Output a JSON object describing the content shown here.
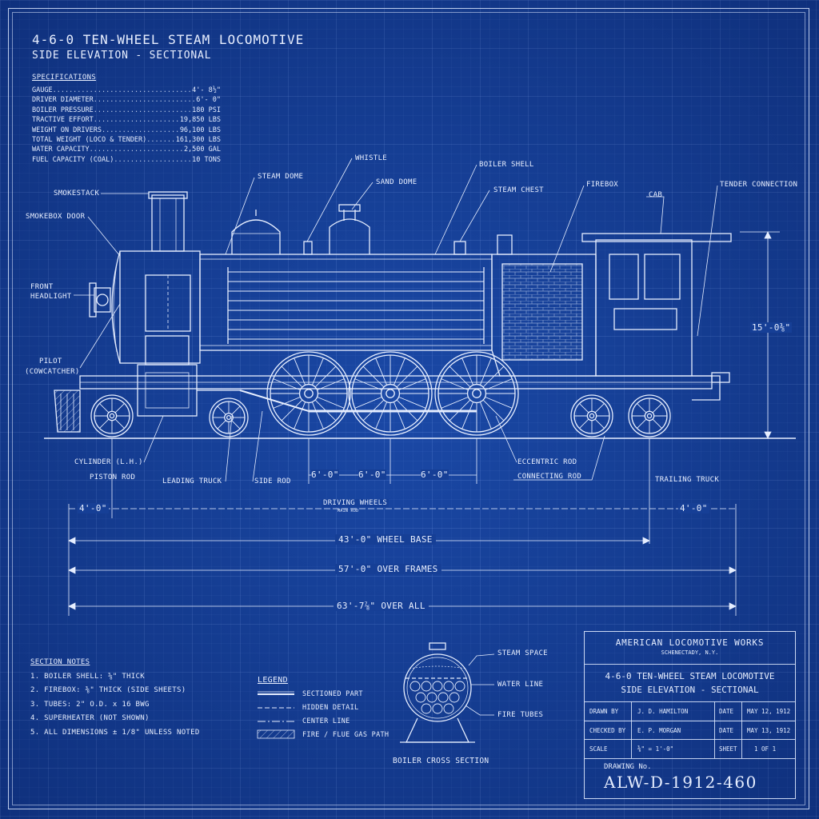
{
  "title": "4-6-0 TEN-WHEEL STEAM LOCOMOTIVE",
  "subtitle": "SIDE ELEVATION - SECTIONAL",
  "specifications": {
    "heading": "SPECIFICATIONS",
    "rows": [
      {
        "label": "GAUGE",
        "value": "4'- 8½\""
      },
      {
        "label": "DRIVER DIAMETER",
        "value": "6'- 0\""
      },
      {
        "label": "BOILER PRESSURE",
        "value": "180 PSI"
      },
      {
        "label": "TRACTIVE EFFORT",
        "value": "19,850 LBS"
      },
      {
        "label": "WEIGHT ON DRIVERS",
        "value": "96,100 LBS"
      },
      {
        "label": "TOTAL WEIGHT (LOCO & TENDER)",
        "value": "161,300 LBS"
      },
      {
        "label": "WATER CAPACITY",
        "value": "2,500 GAL"
      },
      {
        "label": "FUEL CAPACITY (COAL)",
        "value": "10 TONS"
      }
    ]
  },
  "callouts": {
    "smokestack": "SMOKESTACK",
    "smokebox_door": "SMOKEBOX DOOR",
    "front_headlight_1": "FRONT",
    "front_headlight_2": "HEADLIGHT",
    "pilot_1": "PILOT",
    "pilot_2": "(COWCATCHER)",
    "steam_dome": "STEAM DOME",
    "whistle": "WHISTLE",
    "sand_dome": "SAND DOME",
    "boiler_shell": "BOILER SHELL",
    "steam_chest": "STEAM CHEST",
    "firebox": "FIREBOX",
    "cab": "CAB",
    "tender_connection": "TENDER CONNECTION",
    "cylinder": "CYLINDER (L.H.)",
    "piston_rod": "PISTON ROD",
    "leading_truck": "LEADING TRUCK",
    "side_rod": "SIDE ROD",
    "eccentric_rod": "ECCENTRIC ROD",
    "connecting_rod": "CONNECTING ROD",
    "trailing_truck": "TRAILING TRUCK",
    "driving_wheels": "DRIVING WHEELS",
    "driving_wheels_sub": "MAIN ROD"
  },
  "dimensions": {
    "height": "15'-0⅜\"",
    "driver_spacing_1": "6'-0\"",
    "driver_spacing_2": "6'-0\"",
    "driver_spacing_3": "6'-0\"",
    "front_overhang": "4'-0\"",
    "rear_overhang": "4'-0\"",
    "wheel_base": "43'-0\"  WHEEL BASE",
    "over_frames": "57'-0\"  OVER FRAMES",
    "over_all": "63'-7⅞\"  OVER ALL"
  },
  "section_notes": {
    "heading": "SECTION NOTES",
    "items": [
      "1. BOILER SHELL: ⅝\" THICK",
      "2. FIREBOX: ⅜\" THICK (SIDE SHEETS)",
      "3. TUBES: 2\" O.D. x 16 BWG",
      "4. SUPERHEATER (NOT SHOWN)",
      "5. ALL DIMENSIONS ± 1/8\" UNLESS NOTED"
    ]
  },
  "legend": {
    "heading": "LEGEND",
    "items": [
      "SECTIONED PART",
      "HIDDEN DETAIL",
      "CENTER LINE",
      "FIRE / FLUE GAS PATH"
    ]
  },
  "cross_section": {
    "caption": "BOILER CROSS SECTION",
    "steam_space": "STEAM SPACE",
    "water_line": "WATER LINE",
    "fire_tubes": "FIRE TUBES"
  },
  "title_block": {
    "company": "AMERICAN LOCOMOTIVE WORKS",
    "location": "SCHENECTADY, N.Y.",
    "title_1": "4-6-0 TEN-WHEEL STEAM LOCOMOTIVE",
    "title_2": "SIDE ELEVATION - SECTIONAL",
    "drawn_by_label": "DRAWN BY",
    "drawn_by": "J. D. HAMILTON",
    "date_label_1": "DATE",
    "date_1": "MAY 12, 1912",
    "checked_by_label": "CHECKED BY",
    "checked_by": "E. P. MORGAN",
    "date_label_2": "DATE",
    "date_2": "MAY 13, 1912",
    "scale_label": "SCALE",
    "scale": "⅜\" = 1'-0\"",
    "sheet_label": "SHEET",
    "sheet": "1 OF 1",
    "drawing_no_label": "DRAWING No.",
    "drawing_no": "ALW-D-1912-460"
  },
  "colors": {
    "paper": "#133f99",
    "line": "#e6eeff"
  }
}
